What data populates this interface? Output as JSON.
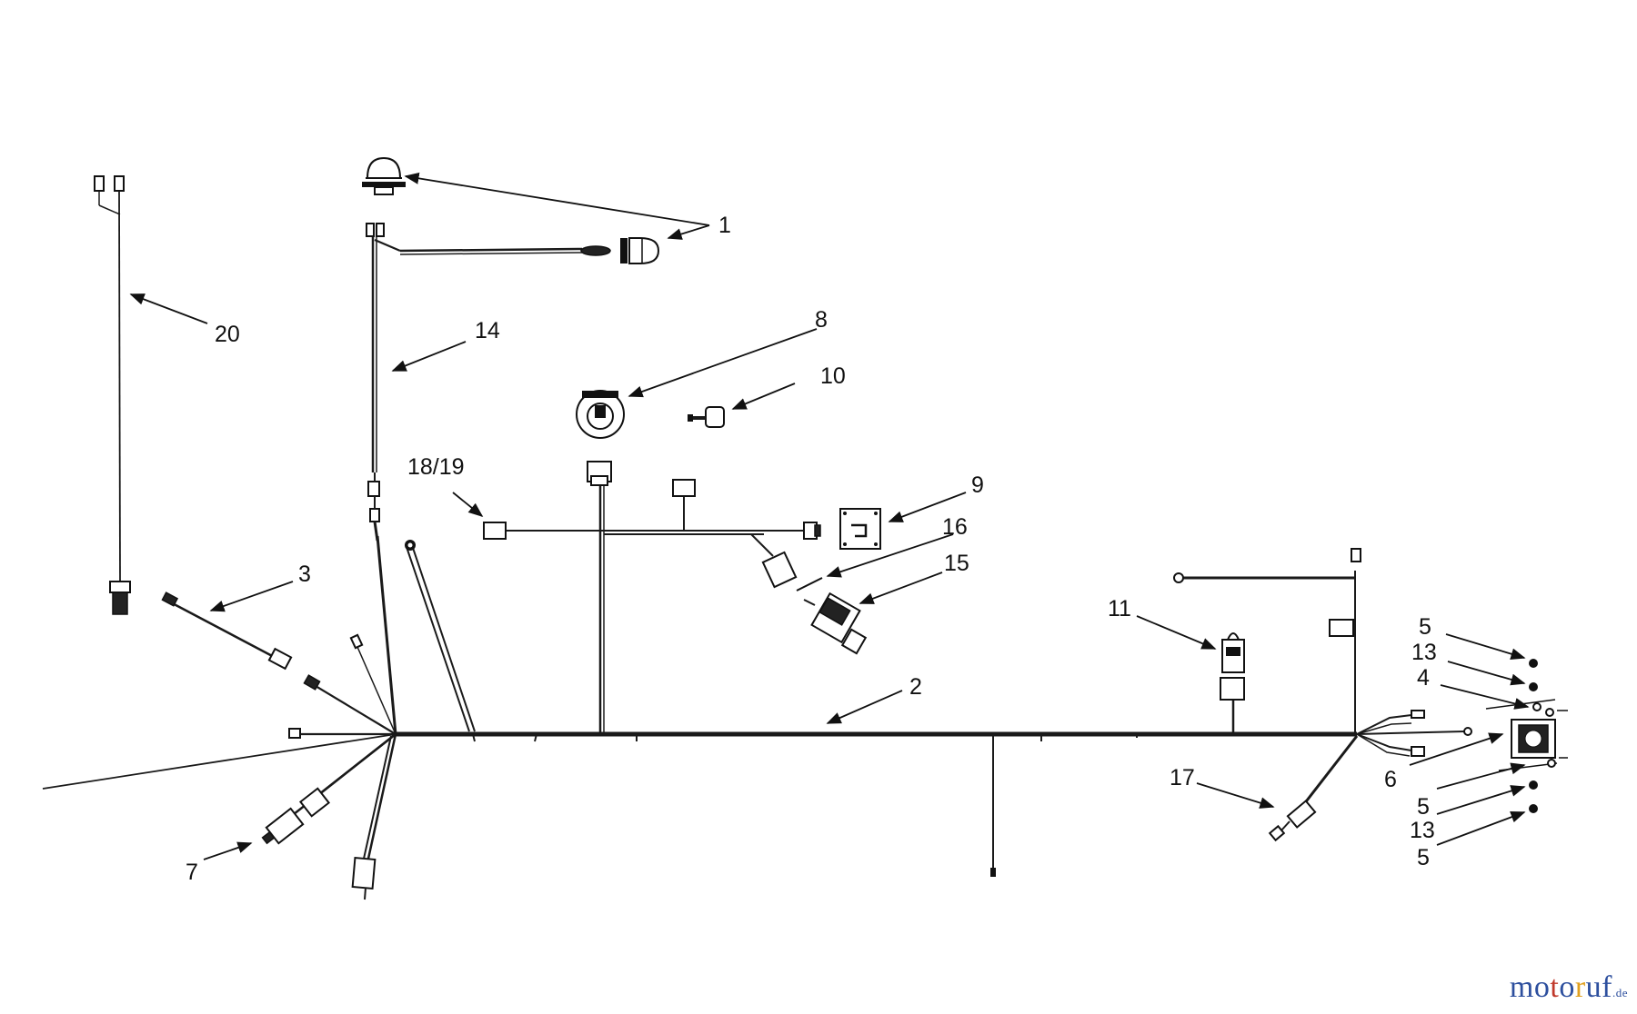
{
  "callouts": {
    "c1": "1",
    "c2": "2",
    "c3": "3",
    "c4": "4",
    "c5a": "5",
    "c5b": "5",
    "c5c": "5",
    "c6": "6",
    "c7": "7",
    "c8": "8",
    "c9": "9",
    "c10": "10",
    "c11": "11",
    "c13a": "13",
    "c13b": "13",
    "c14": "14",
    "c15": "15",
    "c16": "16",
    "c17": "17",
    "c1819": "18/19",
    "c20": "20"
  },
  "watermark": {
    "p1": "mo",
    "p2": "t",
    "p3": "o",
    "p4": "r",
    "p5": "uf",
    "tld": ".de"
  }
}
